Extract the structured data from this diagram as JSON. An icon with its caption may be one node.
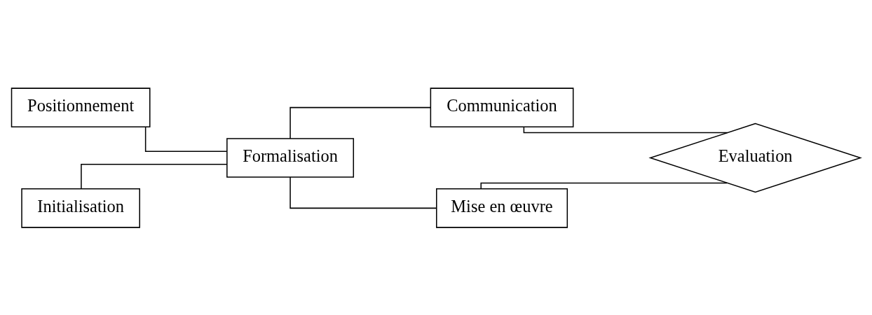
{
  "diagram": {
    "nodes": [
      {
        "text": [
          "Positionnement"
        ]
      },
      {
        "text": [
          "Initialisation"
        ]
      },
      {
        "text": [
          "Formalisation"
        ]
      },
      {
        "text": [
          "Communication"
        ]
      },
      {
        "text": [
          "Mise en œuvre"
        ]
      },
      {
        "text": [
          "Evaluation"
        ]
      }
    ],
    "edges": [
      {
        "from": 0,
        "to": 2,
        "arrow": "none"
      },
      {
        "from": 1,
        "to": 2,
        "arrow": "none"
      },
      {
        "from": 2,
        "to": 3,
        "arrow": "none"
      },
      {
        "from": 2,
        "to": 4,
        "arrow": "none"
      },
      {
        "from": 3,
        "to": 5,
        "arrow": "none"
      },
      {
        "from": 4,
        "to": 5,
        "arrow": "none"
      }
    ]
  }
}
